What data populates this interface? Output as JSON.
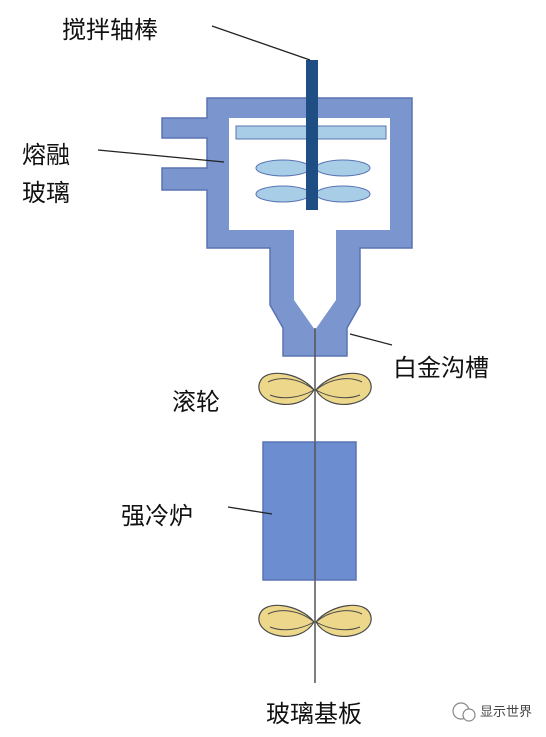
{
  "labels": {
    "stir_rod": "搅拌轴棒",
    "molten_glass_line1": "熔融",
    "molten_glass_line2": "玻璃",
    "platinum_channel": "白金沟槽",
    "roller": "滚轮",
    "annealing_furnace": "强冷炉",
    "glass_substrate": "玻璃基板"
  },
  "watermark": {
    "text": "显示世界"
  },
  "colors": {
    "vessel": "#7b95cf",
    "vessel_stroke": "#5a74b4",
    "glass_surface": "#a8cde6",
    "rod": "#1f4e84",
    "furnace": "#6c8dcf",
    "roller_fill": "#ecd78a",
    "roller_stroke": "#4a4a4a",
    "leader_line": "#222222"
  }
}
